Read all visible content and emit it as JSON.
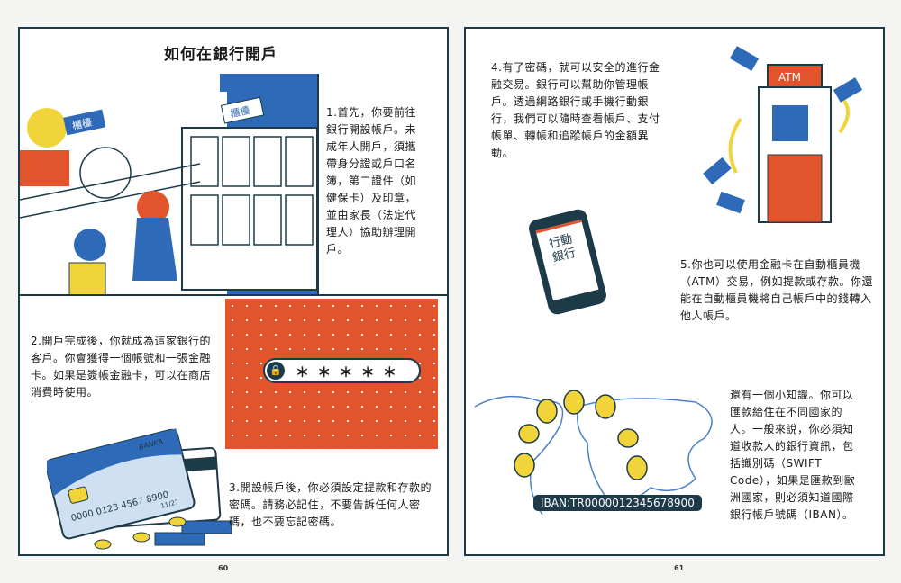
{
  "left_page": {
    "title": "如何在銀行開戶",
    "step1": "1.首先，你要前往銀行開設帳戶。未成年人開戶，須攜帶身分證或戶口名簿，第二證件（如健保卡）及印章，並由家長（法定代理人）協助辦理開戶。",
    "step2": "2.開戶完成後，你就成為這家銀行的客戶。你會獲得一個帳號和一張金融卡。如果是簽帳金融卡，可以在商店消費時使用。",
    "step3": "3.開設帳戶後，你必須設定提款和存款的密碼。請務必記住，不要告訴任何人密碼，也不要忘記密碼。",
    "counter_sign": "櫃檯",
    "password_field": "＊ ＊ ＊ ＊ ＊",
    "card_brand": "BANKA",
    "card_number": "0000 0123 4567 8900",
    "card_expiry": "11/27",
    "page_number": "60"
  },
  "right_page": {
    "step4": "4.有了密碼，就可以安全的進行金融交易。銀行可以幫助你管理帳戶。透過網路銀行或手機行動銀行，我們可以隨時查看帳戶、支付帳單、轉帳和追蹤帳戶的金額異動。",
    "step5": "5.你也可以使用金融卡在自動櫃員機（ATM）交易，例如提款或存款。你還能在自動櫃員機將自己帳戶中的錢轉入他人帳戶。",
    "tip": "還有一個小知識。你可以匯款給住在不同國家的人。一般來說，你必須知道收款人的銀行資訊，包括識別碼（SWIFT Code），如果是匯款到歐洲國家，則必須知道國際銀行帳戶號碼（IBAN）。",
    "atm_label": "ATM",
    "phone_screen": "行動銀行",
    "iban_label": "IBAN:TR0000012345678900",
    "page_number": "61"
  },
  "colors": {
    "blue": "#2f6ab8",
    "orange": "#e2542c",
    "yellow": "#f0d43a",
    "dark": "#1d3a48"
  }
}
